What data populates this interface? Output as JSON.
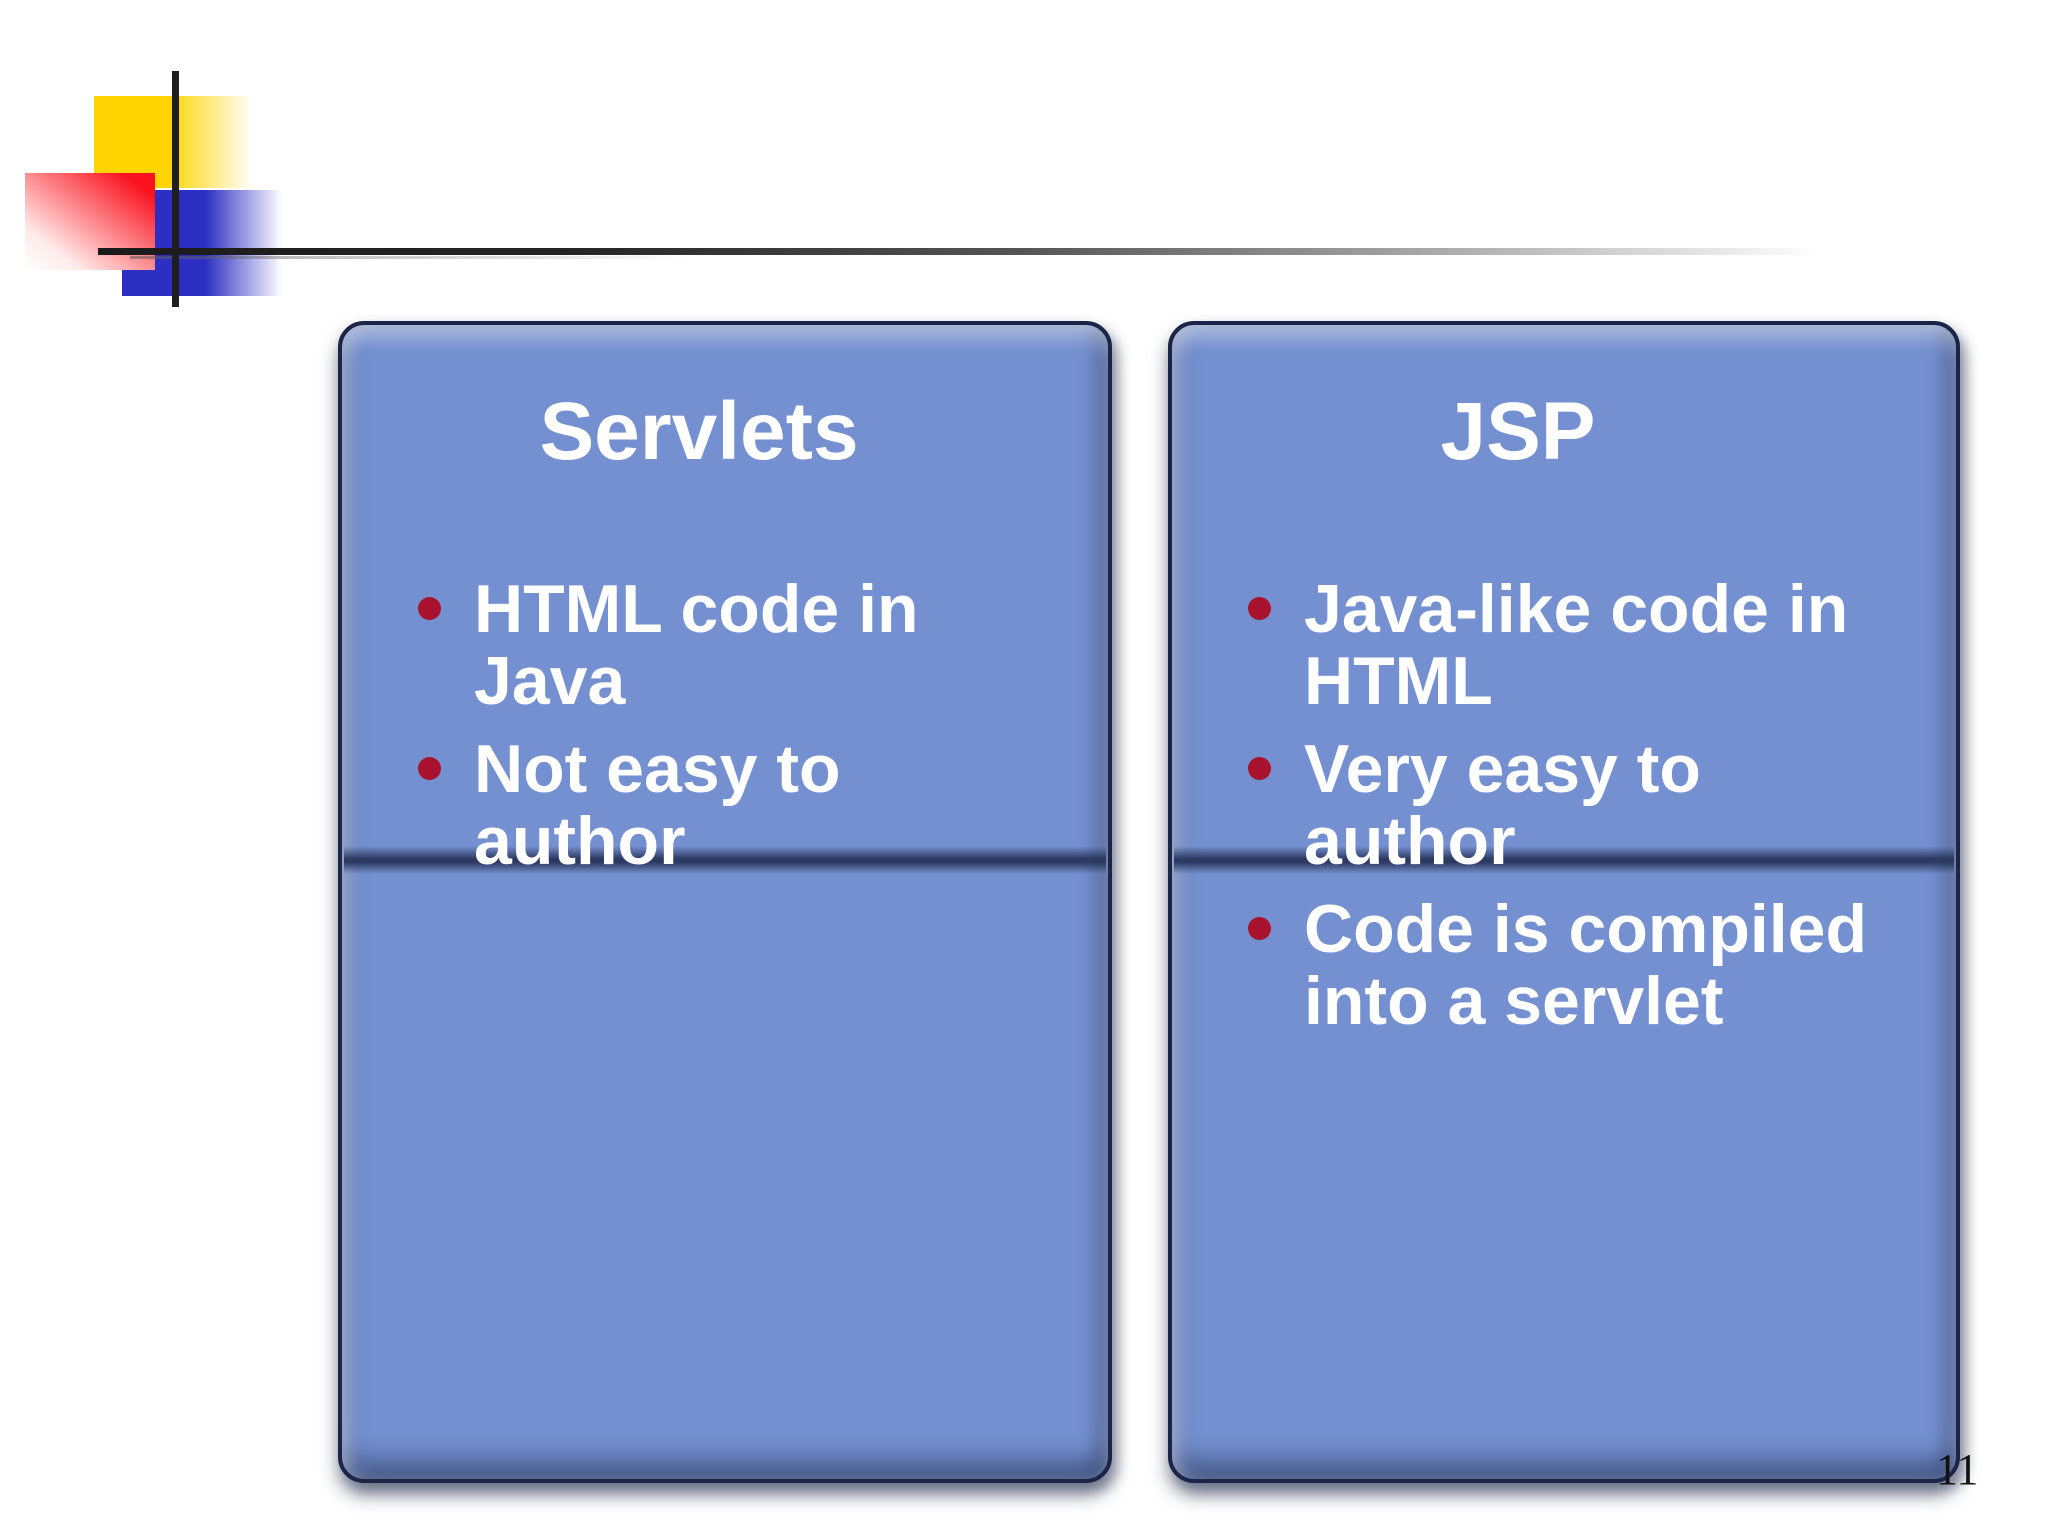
{
  "slide": {
    "page_number": "11",
    "panels": [
      {
        "title": "Servlets",
        "bullets": [
          "HTML code in\nJava",
          "Not easy to\nauthor"
        ]
      },
      {
        "title": "JSP",
        "bullets": [
          "Java-like code in\nHTML",
          "Very easy to\nauthor",
          "Code is compiled\ninto a servlet"
        ]
      }
    ]
  },
  "colors": {
    "panel-fill": "#7590d0",
    "panel-border": "#1a2547",
    "bullet": "#a8122f",
    "title-text": "#ffffff",
    "body-text": "#ffffff",
    "deco-yellow": "#ffd400",
    "deco-red": "#fa121e",
    "deco-blue": "#2c2fc2",
    "line": "#1e1e1e",
    "page-number": "#111111"
  }
}
